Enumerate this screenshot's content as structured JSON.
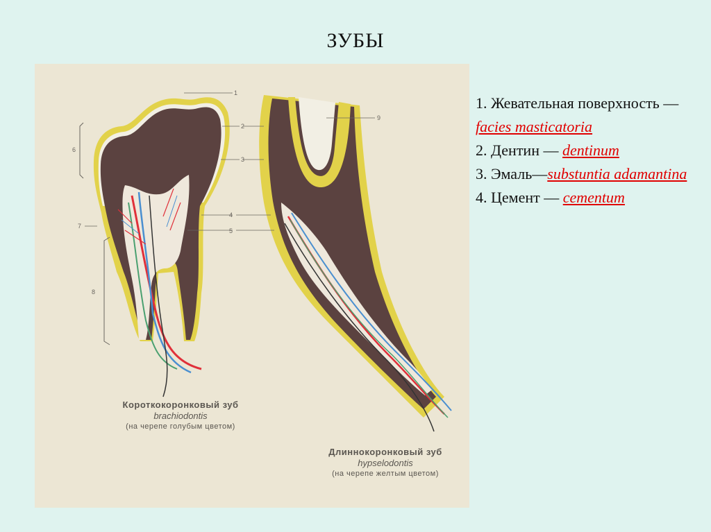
{
  "title": "ЗУБЫ",
  "figure": {
    "short_crown": {
      "name": "Короткокоронковый зуб",
      "latin": "brachiodontis",
      "note": "(на черепе голубым цветом)"
    },
    "long_crown": {
      "name": "Длиннокоронковый зуб",
      "latin": "hypselodontis",
      "note": "(на черепе желтым цветом)"
    },
    "callout_numbers": [
      "1",
      "2",
      "3",
      "4",
      "5",
      "6",
      "7",
      "8",
      "9"
    ]
  },
  "legend": [
    {
      "text": "1. Жевательная поверхность — ",
      "latin": "facies masticatoria"
    },
    {
      "text": "2. Дентин — ",
      "latin": "dentinum"
    },
    {
      "text": "3. Эмаль—",
      "latin": "substuntia adamantina"
    },
    {
      "text": "4. Цемент — ",
      "latin": "cementum"
    }
  ]
}
